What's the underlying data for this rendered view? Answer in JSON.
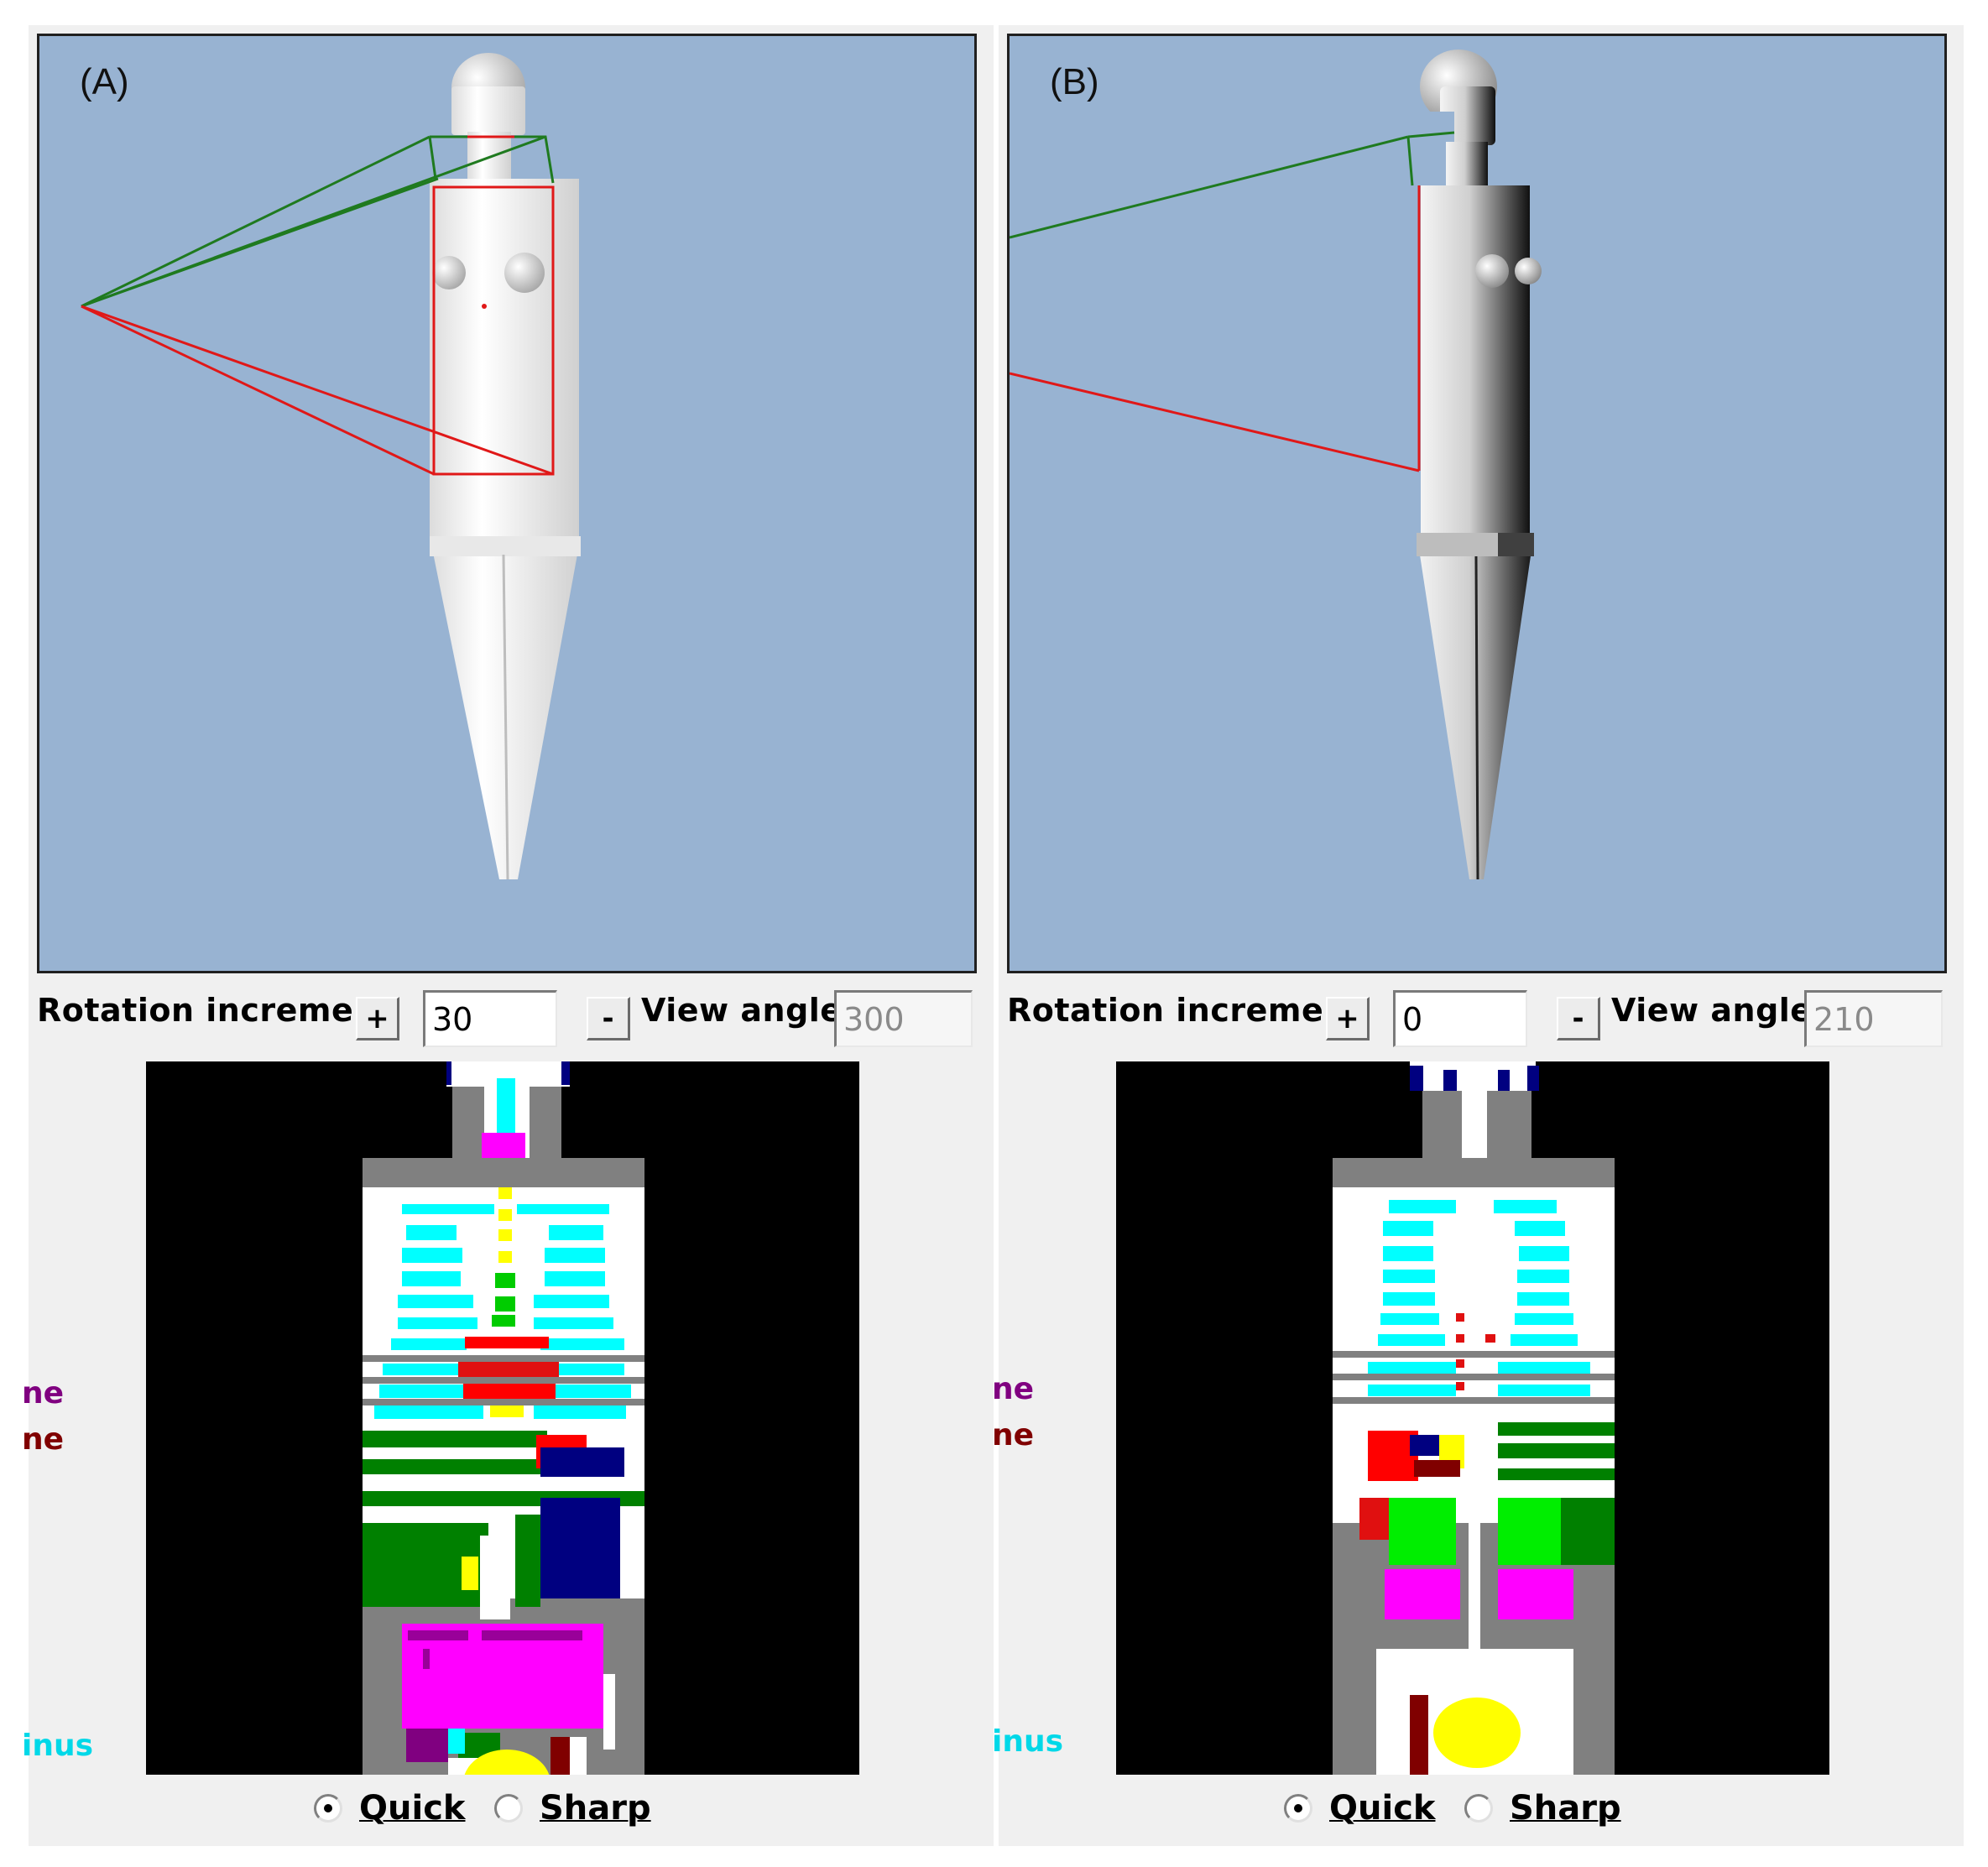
{
  "panels": [
    {
      "label": "(A)",
      "rotation_label": "Rotation increment",
      "plus_label": "+",
      "rotation_value": "30",
      "minus_label": "-",
      "view_angle_label": "View angle :",
      "view_angle_value": "300",
      "side_labels": [
        "ne",
        "ne",
        "inus"
      ],
      "render_quick": "Quick",
      "render_sharp": "Sharp",
      "selected_mode": "Quick"
    },
    {
      "label": "(B)",
      "rotation_label": "Rotation increment",
      "plus_label": "+",
      "rotation_value": "0",
      "minus_label": "-",
      "view_angle_label": "View angle :",
      "view_angle_value": "210",
      "side_labels": [
        "ne",
        "ne",
        "inus"
      ],
      "render_quick": "Quick",
      "render_sharp": "Sharp",
      "selected_mode": "Quick"
    }
  ],
  "colors": {
    "viewport_bg": "#98b3d2",
    "side_label_1": "#800080",
    "side_label_2": "#800000",
    "side_label_3": "#00d8e8"
  }
}
